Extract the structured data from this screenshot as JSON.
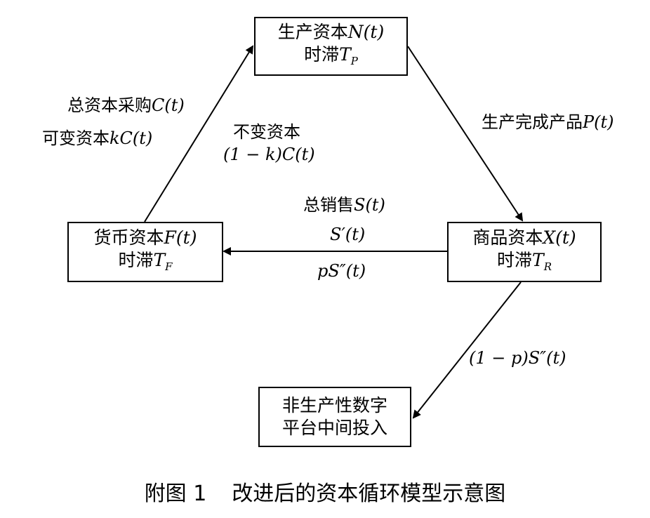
{
  "nodes": {
    "production": {
      "line1_cn": "生产资本",
      "line1_math": "N(t)",
      "line2_cn": "时滞",
      "line2_math": "T",
      "line2_sub": "P"
    },
    "money": {
      "line1_cn": "货币资本",
      "line1_math": "F(t)",
      "line2_cn": "时滞",
      "line2_math": "T",
      "line2_sub": "F"
    },
    "commodity": {
      "line1_cn": "商品资本",
      "line1_math": "X(t)",
      "line2_cn": "时滞",
      "line2_math": "T",
      "line2_sub": "R"
    },
    "platform": {
      "line1": "非生产性数字",
      "line2": "平台中间投入"
    }
  },
  "edges": {
    "total_purchase": {
      "cn": "总资本采购",
      "math": "C(t)"
    },
    "variable_capital": {
      "cn": "可变资本",
      "math": "kC(t)"
    },
    "constant_capital": {
      "cn": "不变资本",
      "math": "(1 − k)C(t)"
    },
    "product": {
      "cn": "生产完成产品",
      "math": "P(t)"
    },
    "total_sales": {
      "cn": "总销售",
      "math": "S(t)"
    },
    "s_prime": {
      "math": "S′(t)"
    },
    "p_s_double": {
      "math": "pS″(t)"
    },
    "platform_flow": {
      "math": "(1 − p)S″(t)"
    }
  },
  "caption": {
    "label": "附图 1",
    "title": "改进后的资本循环模型示意图"
  }
}
